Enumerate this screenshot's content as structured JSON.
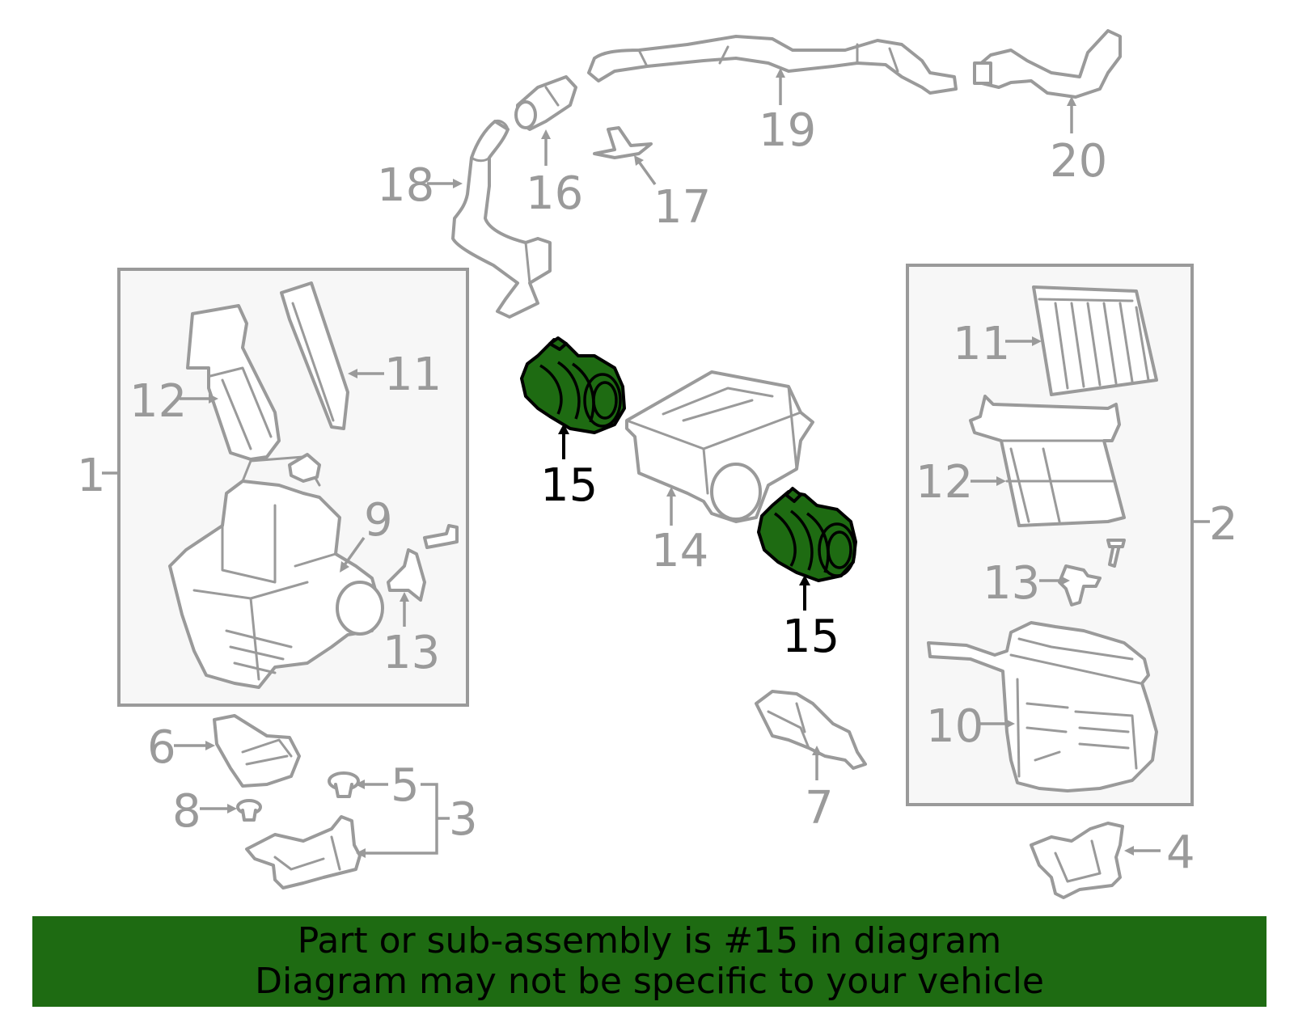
{
  "colors": {
    "highlight": "#1e6b12",
    "line": "#9a9a9a",
    "box_fill": "#f7f7f7",
    "text_highlight": "#000000"
  },
  "callouts": {
    "c1": "1",
    "c2": "2",
    "c3": "3",
    "c4": "4",
    "c5": "5",
    "c6": "6",
    "c7": "7",
    "c8": "8",
    "c9": "9",
    "c10": "10",
    "c11_left": "11",
    "c11_right": "11",
    "c12_left": "12",
    "c12_right": "12",
    "c13_left": "13",
    "c13_right": "13",
    "c14": "14",
    "c15_left": "15",
    "c15_right": "15",
    "c16": "16",
    "c17": "17",
    "c18": "18",
    "c19": "19",
    "c20": "20"
  },
  "banner": {
    "line1": "Part or sub-assembly is #15 in diagram",
    "line2": "Diagram may not be specific to your vehicle"
  }
}
